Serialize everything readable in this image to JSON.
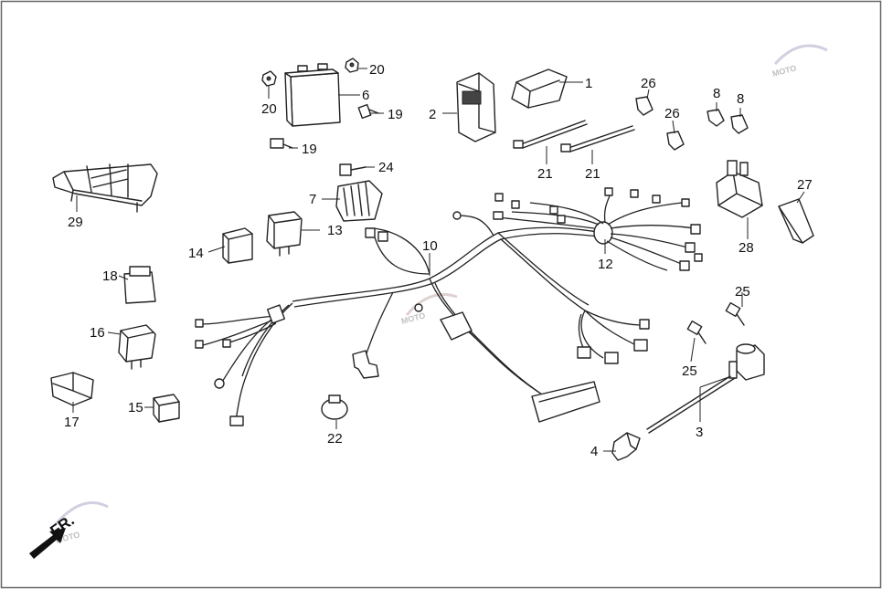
{
  "direction_label": "FR.",
  "watermark_text": "MOTO",
  "callouts": [
    {
      "id": "c1",
      "label": "1"
    },
    {
      "id": "c2",
      "label": "2"
    },
    {
      "id": "c3",
      "label": "3"
    },
    {
      "id": "c4",
      "label": "4"
    },
    {
      "id": "c6",
      "label": "6"
    },
    {
      "id": "c7",
      "label": "7"
    },
    {
      "id": "c8a",
      "label": "8"
    },
    {
      "id": "c8b",
      "label": "8"
    },
    {
      "id": "c10",
      "label": "10"
    },
    {
      "id": "c12",
      "label": "12"
    },
    {
      "id": "c13",
      "label": "13"
    },
    {
      "id": "c14",
      "label": "14"
    },
    {
      "id": "c15",
      "label": "15"
    },
    {
      "id": "c16",
      "label": "16"
    },
    {
      "id": "c17",
      "label": "17"
    },
    {
      "id": "c18",
      "label": "18"
    },
    {
      "id": "c19a",
      "label": "19"
    },
    {
      "id": "c19b",
      "label": "19"
    },
    {
      "id": "c20a",
      "label": "20"
    },
    {
      "id": "c20b",
      "label": "20"
    },
    {
      "id": "c21a",
      "label": "21"
    },
    {
      "id": "c21b",
      "label": "21"
    },
    {
      "id": "c22",
      "label": "22"
    },
    {
      "id": "c24",
      "label": "24"
    },
    {
      "id": "c25a",
      "label": "25"
    },
    {
      "id": "c25b",
      "label": "25"
    },
    {
      "id": "c26a",
      "label": "26"
    },
    {
      "id": "c26b",
      "label": "26"
    },
    {
      "id": "c27",
      "label": "27"
    },
    {
      "id": "c28",
      "label": "28"
    },
    {
      "id": "c29",
      "label": "29"
    }
  ],
  "colors": {
    "line": "#222222",
    "frame": "#666666",
    "watermark": "#c0c0c0"
  }
}
